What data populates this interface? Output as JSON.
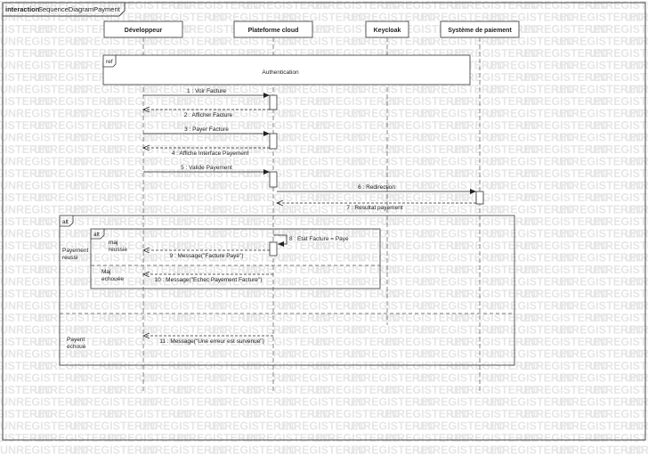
{
  "frame": {
    "title": "interaction",
    "name": "SequenceDiagramPayment"
  },
  "watermark": "UNREGISTERED",
  "lifelines": [
    {
      "id": "dev",
      "label": "Développeur"
    },
    {
      "id": "cloud",
      "label": "Plateforme cloud"
    },
    {
      "id": "kc",
      "label": "Keycloak"
    },
    {
      "id": "pay",
      "label": "Système de paiement"
    }
  ],
  "ref": {
    "tag": "ref",
    "label": "Authentication"
  },
  "messages": [
    {
      "label": "1 : Voir Facture",
      "from": "dev",
      "to": "cloud",
      "kind": "sync"
    },
    {
      "label": "2 : Afficher Facture",
      "from": "cloud",
      "to": "dev",
      "kind": "reply"
    },
    {
      "label": "3 : Payer Facture",
      "from": "dev",
      "to": "cloud",
      "kind": "sync"
    },
    {
      "label": "4 : Affiche Interface Payement",
      "from": "cloud",
      "to": "dev",
      "kind": "reply"
    },
    {
      "label": "5 : Valide Payement",
      "from": "dev",
      "to": "cloud",
      "kind": "sync"
    },
    {
      "label": "6 : Redirection",
      "from": "cloud",
      "to": "pay",
      "kind": "sync"
    },
    {
      "label": "7 : Resultat payement",
      "from": "pay",
      "to": "cloud",
      "kind": "reply"
    },
    {
      "label": "8 : Etat Facture = Payé",
      "from": "cloud",
      "to": "cloud",
      "kind": "self"
    },
    {
      "label": "9 : Message(\"Facture Payé\")",
      "from": "cloud",
      "to": "dev",
      "kind": "reply"
    },
    {
      "label": "10 : Message(\"Echec Payement Facture\")",
      "from": "cloud",
      "to": "dev",
      "kind": "reply"
    },
    {
      "label": "11 : Message(\"Une erreur est survenue\")",
      "from": "cloud",
      "to": "dev",
      "kind": "reply"
    }
  ],
  "fragments": {
    "outer": {
      "tag": "alt",
      "guard_top_1": "Payement",
      "guard_top_2": "reussi",
      "guard_bottom_1": "Payent",
      "guard_bottom_2": "echoué"
    },
    "inner": {
      "tag": "alt",
      "guard_top_1": "maj",
      "guard_top_2": "reussie",
      "guard_bottom_1": "Maj",
      "guard_bottom_2": "echouée"
    }
  }
}
